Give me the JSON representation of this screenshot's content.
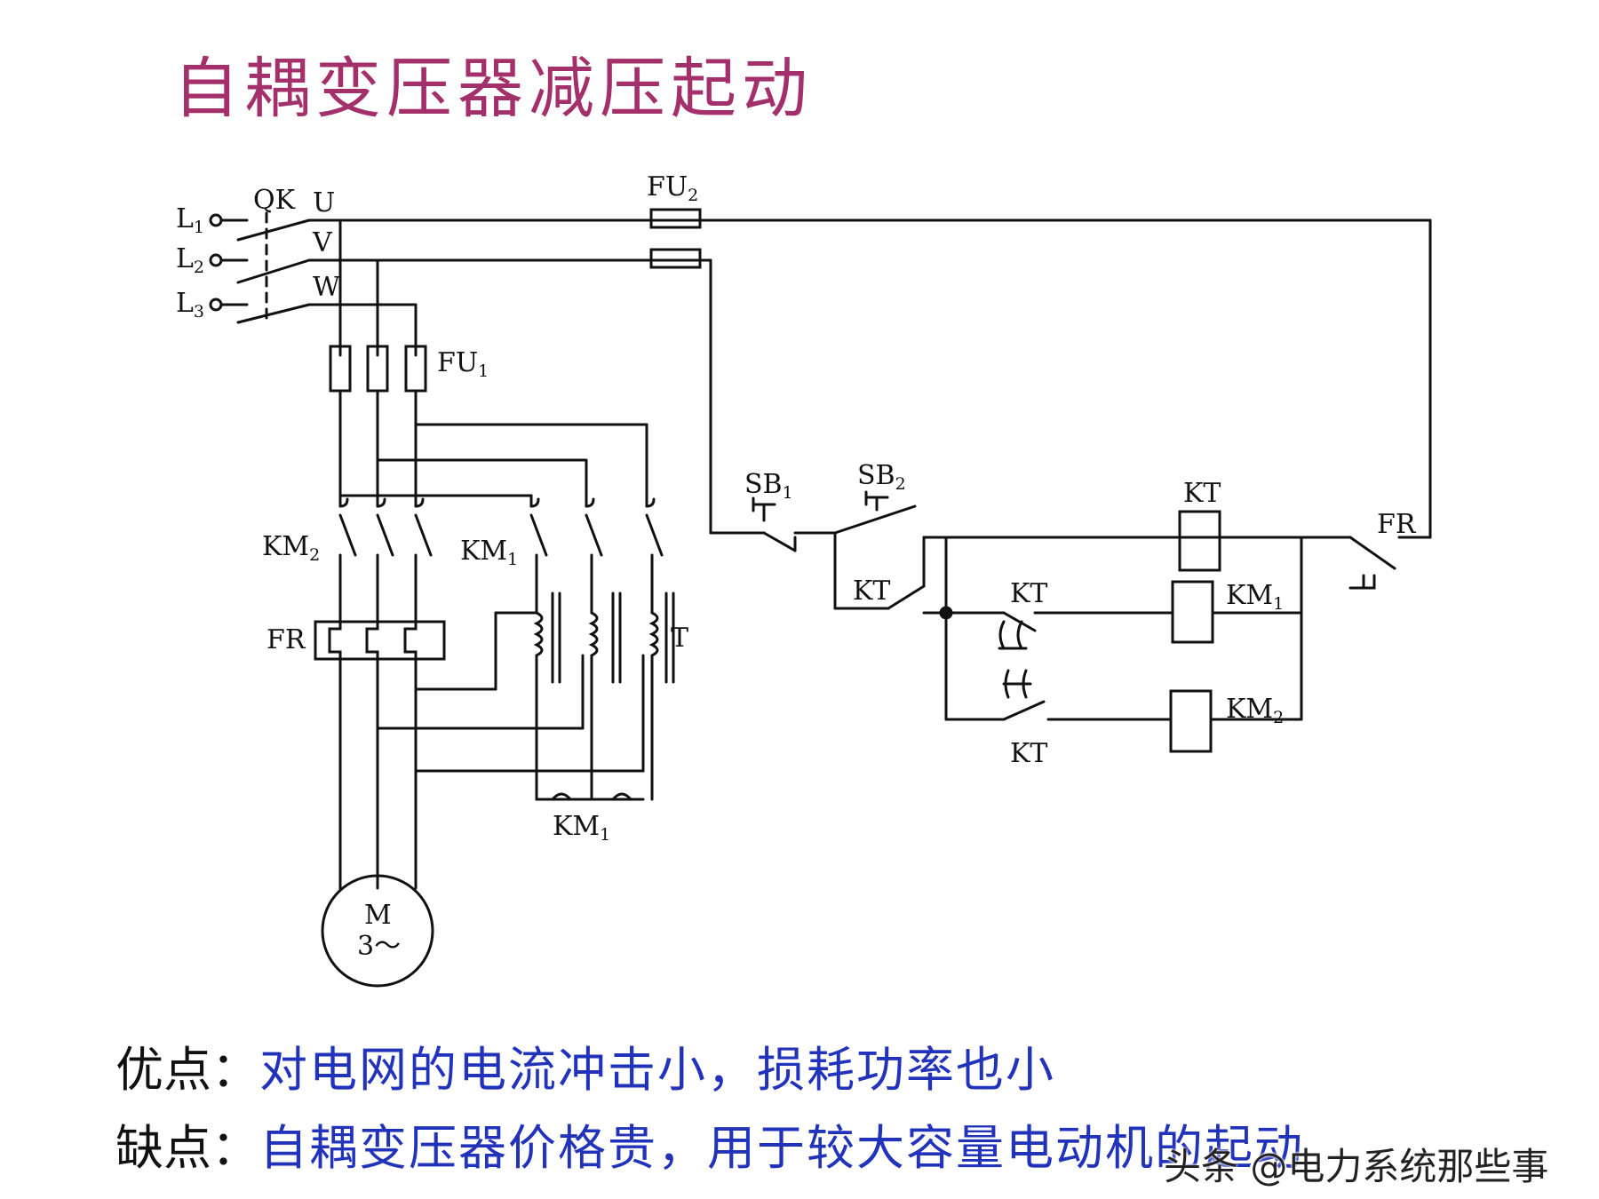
{
  "title": "自耦变压器减压起动",
  "labels": {
    "L1": "L",
    "L1_sub": "1",
    "L2": "L",
    "L2_sub": "2",
    "L3": "L",
    "L3_sub": "3",
    "QK": "QK",
    "U": "U",
    "V": "V",
    "W": "W",
    "FU1": "FU",
    "FU1_sub": "1",
    "FU2": "FU",
    "FU2_sub": "2",
    "KM2_main": "KM",
    "KM2_main_sub": "2",
    "KM1_main": "KM",
    "KM1_main_sub": "1",
    "FR_main": "FR",
    "T": "T",
    "KM1_star": "KM",
    "KM1_star_sub": "1",
    "M": "M",
    "M_phase": "3～",
    "SB1": "SB",
    "SB1_sub": "1",
    "SB2": "SB",
    "SB2_sub": "2",
    "KT_coil": "KT",
    "KT_hold": "KT",
    "KT_nc": "KT",
    "KT_no": "KT",
    "KM1_coil": "KM",
    "KM1_coil_sub": "1",
    "KM2_coil": "KM",
    "KM2_coil_sub": "2",
    "FR_ctrl": "FR"
  },
  "notes": {
    "pros_label": "优点：",
    "pros_text": "对电网的电流冲击小，损耗功率也小",
    "cons_label": "缺点：",
    "cons_text": "自耦变压器价格贵，用于较大容量电动机的起动"
  },
  "watermark": "头条 @电力系统那些事",
  "colors": {
    "title": "#a3306a",
    "note_text": "#2233bb",
    "line": "#111111"
  }
}
